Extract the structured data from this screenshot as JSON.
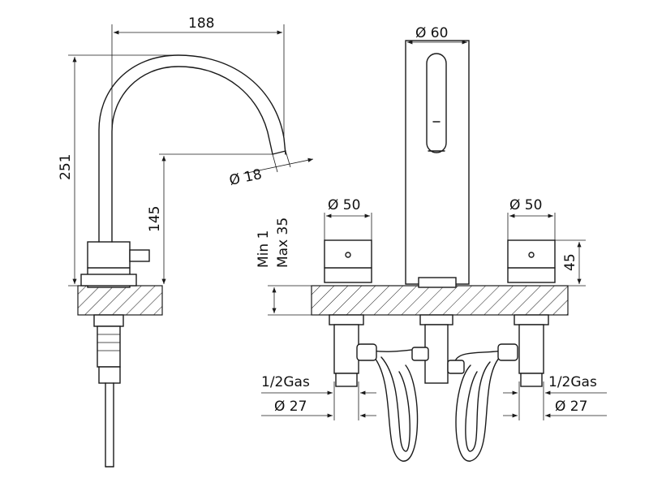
{
  "dimensions": {
    "spout_reach": "188",
    "total_height": "251",
    "spout_height": "145",
    "outlet_diameter": "Ø 18",
    "spout_body_diameter": "Ø 60",
    "left_handle_diameter": "Ø 50",
    "right_handle_diameter": "Ø 50",
    "handle_height": "45",
    "deck_min": "Min 1",
    "deck_max": "Max 35",
    "left_connection": "1/2Gas",
    "right_connection": "1/2Gas",
    "left_hole_diameter": "Ø 27",
    "right_hole_diameter": "Ø 27"
  }
}
